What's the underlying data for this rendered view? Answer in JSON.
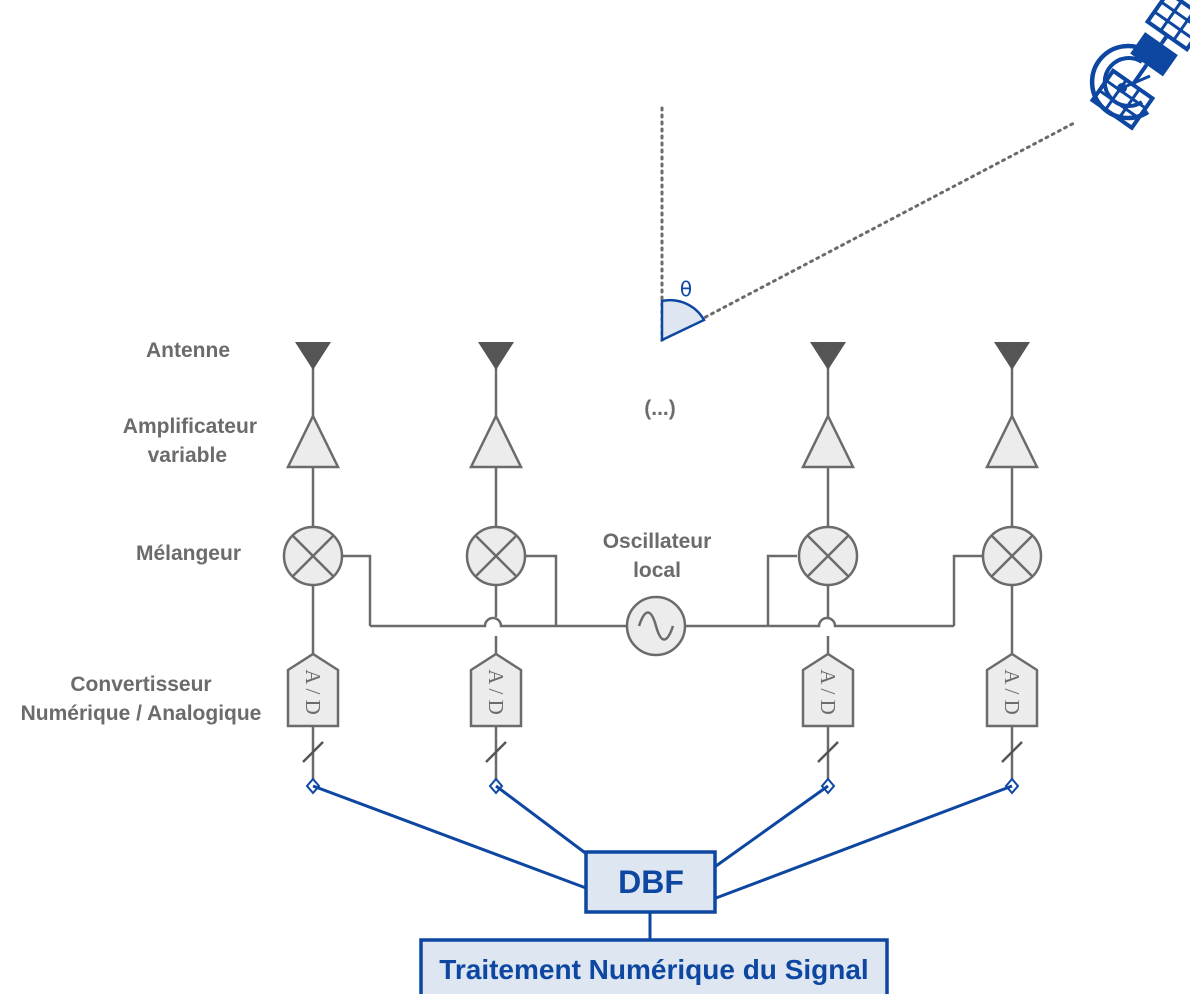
{
  "labels": {
    "antenna": "Antenne",
    "amplifier_line1": "Amplificateur",
    "amplifier_line2": "variable",
    "mixer": "Mélangeur",
    "converter_line1": "Convertisseur",
    "converter_line2": "Numérique / Analogique",
    "oscillator_line1": "Oscillateur",
    "oscillator_line2": "local",
    "ellipsis": "(...)",
    "theta": "θ",
    "adc_label": "A / D",
    "dbf": "DBF",
    "dsp": "Traitement Numérique du Signal"
  },
  "icons": {
    "satellite": "satellite-icon",
    "antenna": "antenna-icon",
    "amplifier": "amplifier-triangle-icon",
    "mixer": "mixer-cross-circle-icon",
    "oscillator": "sine-wave-icon",
    "converter": "adc-block-icon"
  },
  "colors": {
    "gray": "#6b6b6b",
    "fill": "#ececec",
    "blue": "#0d47a1",
    "blue_fill": "#dde6f1"
  }
}
